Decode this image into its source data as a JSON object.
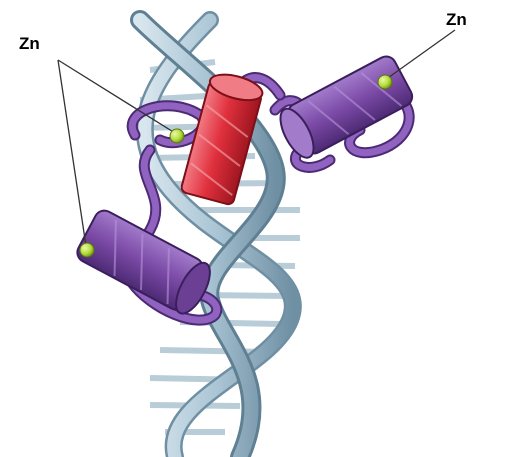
{
  "labels": {
    "zn_left": "Zn",
    "zn_right": "Zn"
  },
  "colors": {
    "dna_backbone": "#a9c4d4",
    "dna_backbone_shadow": "#6f8fa3",
    "base_pair": "#b9cdd9",
    "alpha_helix_red": "#e0303d",
    "protein_purple": "#7b4aa6",
    "protein_purple_dark": "#4d2a74",
    "zinc_atom": "#b5dc3c",
    "leader_line": "#333333"
  },
  "icons": {
    "zinc": "zinc-atom-sphere",
    "helix": "alpha-helix-cylinder"
  }
}
